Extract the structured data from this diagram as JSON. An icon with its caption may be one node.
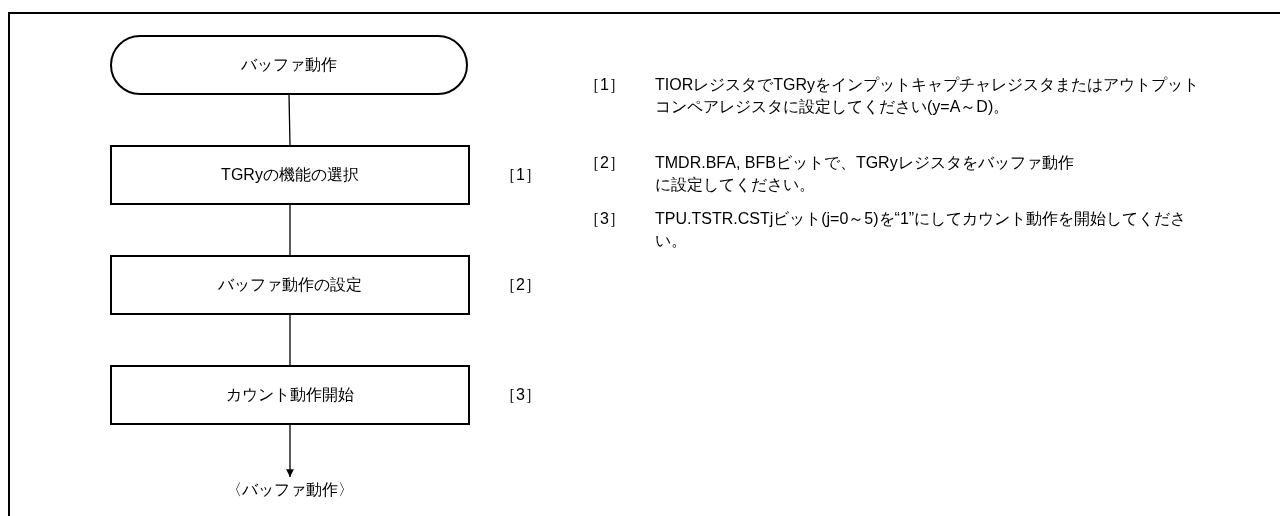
{
  "diagram": {
    "nodes": [
      {
        "text": [
          "バッファ動作"
        ]
      },
      {
        "text": [
          "TGRyの機能の選択"
        ],
        "beside": [
          "［1］"
        ]
      },
      {
        "text": [
          "バッファ動作の設定"
        ],
        "beside": [
          "［2］"
        ]
      },
      {
        "text": [
          "カウント動作開始"
        ],
        "beside": [
          "［3］"
        ]
      },
      {
        "text": [
          "〈バッファ動作〉"
        ]
      }
    ],
    "edges": [
      {
        "from": 0,
        "to": 1,
        "arrow": "none"
      },
      {
        "from": 1,
        "to": 2,
        "arrow": "none"
      },
      {
        "from": 2,
        "to": 3,
        "arrow": "none"
      },
      {
        "from": 3,
        "to": 4,
        "arrow": "to"
      }
    ],
    "labels": [
      "［1］",
      "TIORレジスタでTGRyをインプットキャプチャレジスタまたはアウトプットコンペアレジスタに設定してください(y=A～D)。",
      "［2］",
      "TMDR.BFA, BFBビットで、TGRyレジスタをバッファ動作に設定してください。",
      "［3］",
      "TPU.TSTR.CSTjビット(j=0～5)を“1”にしてカウント動作を開始してください。"
    ]
  }
}
